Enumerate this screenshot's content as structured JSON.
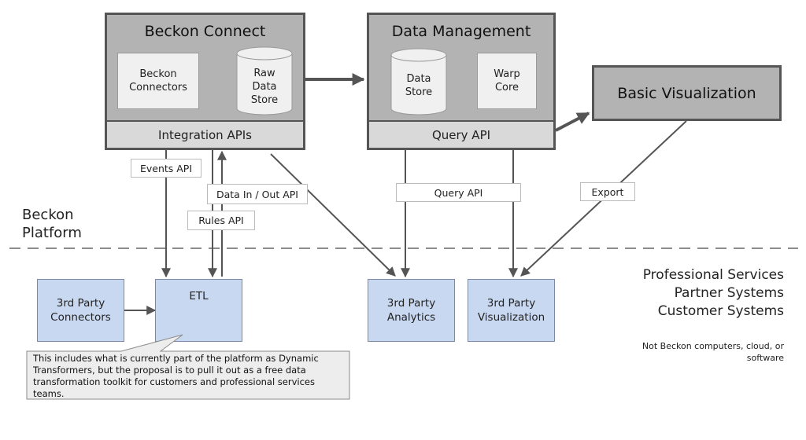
{
  "beckon_connect": {
    "title": "Beckon Connect",
    "connectors": "Beckon\nConnectors",
    "raw_data_store": "Raw\nData\nStore",
    "integration_apis": "Integration APIs"
  },
  "data_management": {
    "title": "Data Management",
    "data_store": "Data\nStore",
    "warp_core": "Warp\nCore",
    "query_api": "Query API"
  },
  "basic_visualization": {
    "title": "Basic Visualization"
  },
  "connector_labels": {
    "events_api": "Events API",
    "data_in_out_api": "Data In / Out API",
    "rules_api": "Rules API",
    "query_api": "Query API",
    "export": "Export"
  },
  "external": {
    "third_party_connectors": "3rd Party\nConnectors",
    "etl": "ETL",
    "third_party_analytics": "3rd Party\nAnalytics",
    "third_party_visualization": "3rd Party\nVisualization"
  },
  "regions": {
    "beckon_platform": "Beckon\nPlatform",
    "outside_systems": "Professional Services\nPartner Systems\nCustomer Systems",
    "outside_note": "Not Beckon computers, cloud, or\nsoftware"
  },
  "callout": {
    "text": "This includes what is currently part of the platform as Dynamic Transformers, but the proposal is to pull it out as a free data transformation toolkit for customers and professional services teams."
  },
  "colors": {
    "panel_fill": "#b3b3b3",
    "api_band_fill": "#d9d9d9",
    "external_fill": "#c9d8f1",
    "line": "#555555"
  }
}
